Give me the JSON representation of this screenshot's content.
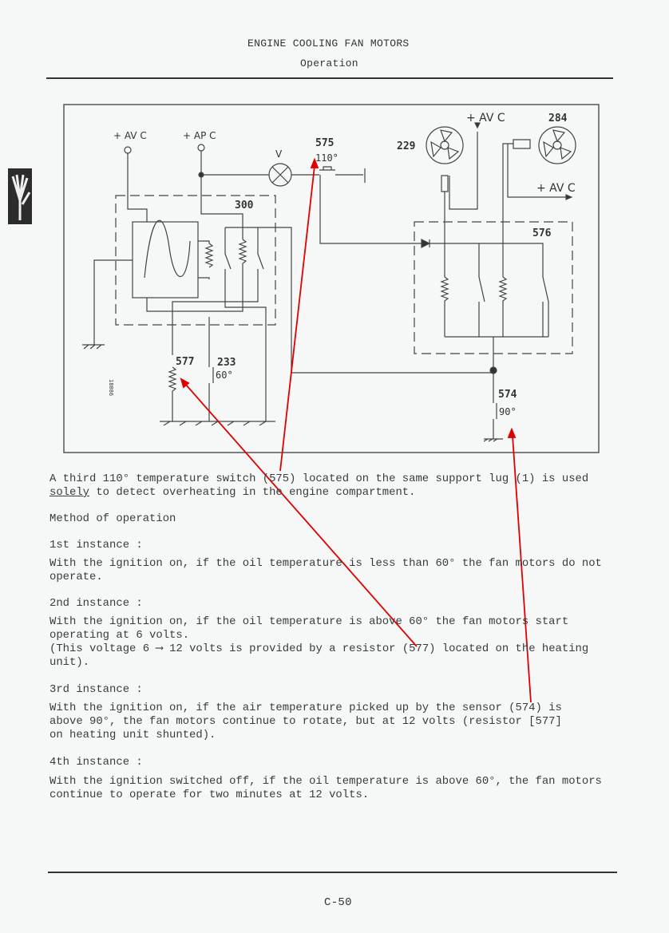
{
  "header": {
    "title": "ENGINE COOLING FAN MOTORS",
    "subtitle": "Operation"
  },
  "diagram": {
    "labels": {
      "av_c_left": "+ AV C",
      "ap_c": "+ AP C",
      "lamp": "V",
      "switch_575": "575",
      "switch_575_temp": "110°",
      "module_300": "300",
      "resistor_577": "577",
      "switch_233": "233",
      "switch_233_temp": "60°",
      "fan_229": "229",
      "fan_284": "284",
      "av_c_top": "+ AV C",
      "av_c_right": "+ AV C",
      "relay_576": "576",
      "sensor_574": "574",
      "sensor_574_temp": "90°",
      "ref_code": "18086"
    },
    "annotation_color": "#e00000"
  },
  "body": {
    "intro": [
      "A third 110° temperature switch (575) located on the same support lug (1) is used",
      " to detect overheating in the engine compartment."
    ],
    "intro_underlined": "solely",
    "method": "Method of operation",
    "instances": [
      {
        "title": "1st instance :",
        "lines": [
          "With the ignition on, if the oil temperature is less than 60° the fan motors do not",
          "operate."
        ]
      },
      {
        "title": "2nd instance :",
        "lines": [
          "With the ignition on, if the oil temperature is above 60° the fan motors start",
          "operating at 6 volts.",
          "(This voltage 6 ⟶ 12 volts is provided by a resistor (577) located on the heating",
          "unit)."
        ]
      },
      {
        "title": "3rd instance :",
        "lines": [
          "With the ignition on, if the air temperature picked up by the sensor (574) is",
          "above 90°, the fan motors continue to rotate, but at 12 volts (resistor [577]",
          "on heating unit shunted)."
        ]
      },
      {
        "title": "4th instance :",
        "lines": [
          "With the ignition switched off, if the oil temperature is above 60°, the fan motors",
          "continue to operate for two minutes at 12 volts."
        ]
      }
    ]
  },
  "footer": {
    "page": "C-50"
  }
}
